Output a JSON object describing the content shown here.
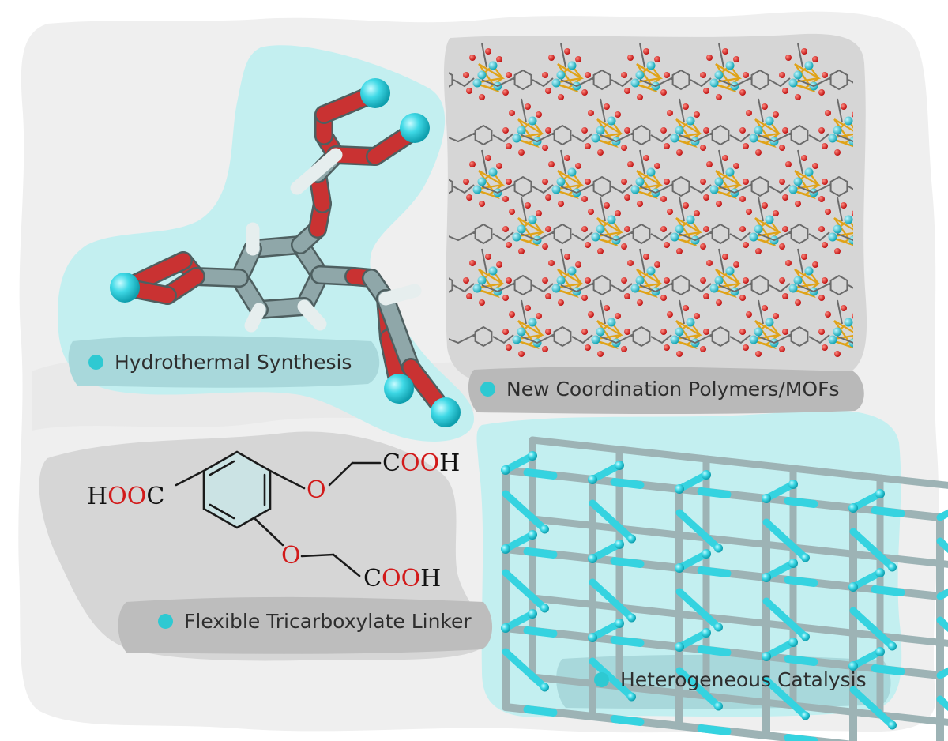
{
  "labels": {
    "hydrothermal": "Hydrothermal Synthesis",
    "polymers": "New Coordination Polymers/MOFs",
    "linker": "Flexible Tricarboxylate Linker",
    "catalysis": "Heterogeneous Catalysis"
  },
  "formula": {
    "hooc_h": "H",
    "hooc_oo": "OO",
    "hooc_c": "C",
    "o1": "O",
    "cooh1_c": "C",
    "cooh1_oo": "OO",
    "cooh1_h": "H",
    "o2": "O",
    "cooh2_c": "C",
    "cooh2_oo": "OO",
    "cooh2_h": "H"
  },
  "colors": {
    "cyan_panel": "#c3eff0",
    "gray_panel": "#d7d7d7",
    "outer_panel": "#efefef",
    "bullet": "#2ec9d2",
    "atom_cyan": "#35d3e0",
    "oxygen_red": "#c93232",
    "carbon_gray": "#8fa7a9"
  },
  "icons": [
    "bullet-dot-icon",
    "ligand-3d-model-icon",
    "mof-network-icon",
    "framework-3d-icon",
    "benzene-ring-icon"
  ]
}
